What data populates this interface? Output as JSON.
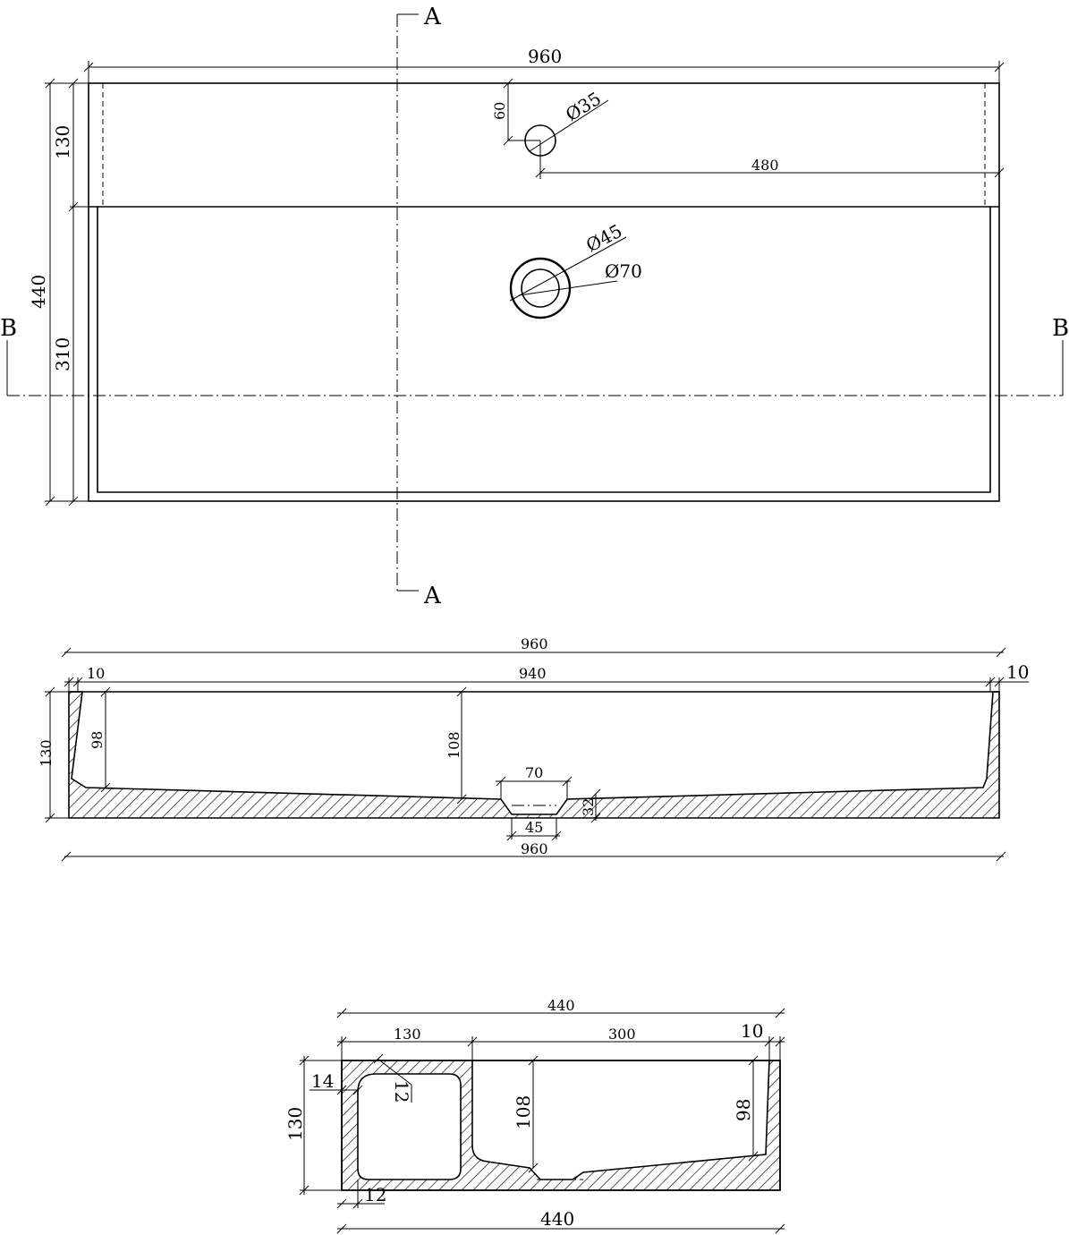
{
  "plan": {
    "section_a_label": "A",
    "section_b_label": "B",
    "overall_width": "960",
    "overall_depth": "440",
    "deck_depth": "130",
    "basin_depth": "310",
    "tap_offset": "60",
    "tap_distance": "480",
    "tap_hole_dia": "Ø35",
    "drain_inner_dia": "Ø45",
    "drain_outer_dia": "Ø70"
  },
  "section_a": {
    "overall_width_top": "960",
    "wall_left": "10",
    "inner_width": "940",
    "wall_right": "10",
    "height": "130",
    "depth_edge": "98",
    "depth_center": "108",
    "drain_top": "70",
    "drain_bottom": "45",
    "drain_thickness": "32",
    "overall_width_bottom": "960"
  },
  "section_b": {
    "overall_width_top": "440",
    "deck_width": "130",
    "basin_width": "300",
    "wall": "10",
    "height": "130",
    "inner_wall": "14",
    "inner_radius": "12",
    "depth_center": "108",
    "depth_edge": "98",
    "base_wall": "12",
    "overall_width_bottom": "440"
  }
}
